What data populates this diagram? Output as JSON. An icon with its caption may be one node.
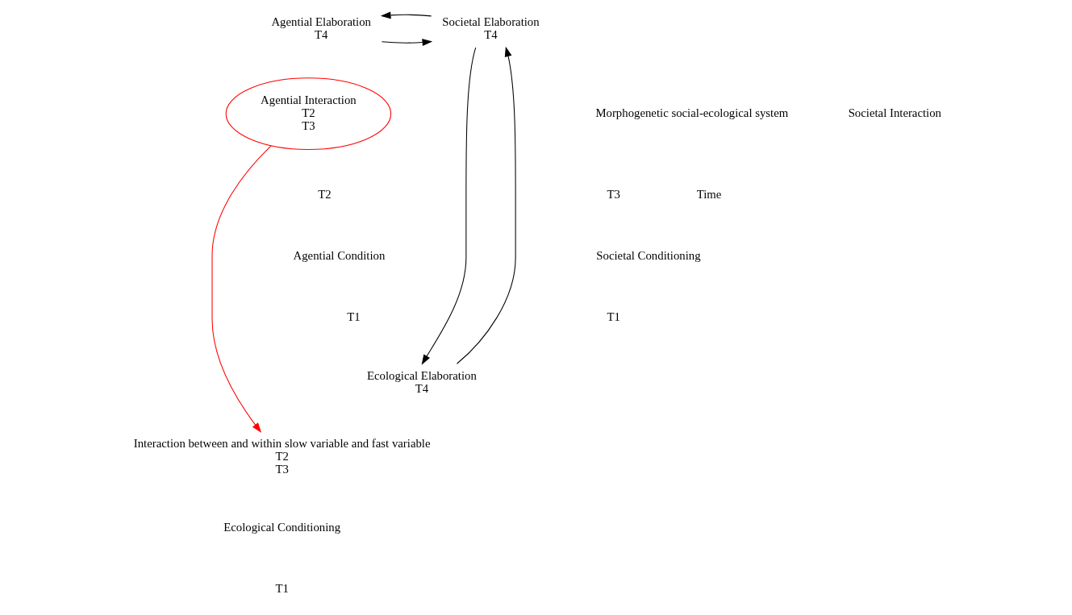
{
  "diagram": {
    "nodes": [
      {
        "text": [
          "Agential Elaboration"
        ],
        "beside": [
          "T4"
        ]
      },
      {
        "text": [
          "Societal Elaboration"
        ],
        "beside": [
          "T4"
        ]
      },
      {
        "text": [
          "Agential Interaction",
          "T2",
          "T3"
        ]
      },
      {
        "text": [
          "Ecological Elaboration"
        ],
        "beside": [
          "T4"
        ]
      },
      {
        "text": [
          "Interaction between and within slow variable and fast variable"
        ],
        "beside": [
          "T2",
          "T3"
        ]
      }
    ],
    "edges": [
      {
        "from": 0,
        "to": 1,
        "arrow": "to"
      },
      {
        "from": 1,
        "to": 3,
        "arrow": "to"
      },
      {
        "from": 3,
        "to": 1,
        "arrow": "to"
      },
      {
        "from": 1,
        "to": 0,
        "arrow": "to"
      },
      {
        "from": 2,
        "to": 4,
        "arrow": "to",
        "color": "#ff0000"
      }
    ],
    "labels": [
      "Morphogenetic social-ecological system",
      "Societal Interaction",
      "T2",
      "T3",
      "Agential Condition",
      "Societal Conditioning",
      "T1",
      "T1",
      "Ecological Conditioning",
      "T1",
      "Time"
    ]
  }
}
